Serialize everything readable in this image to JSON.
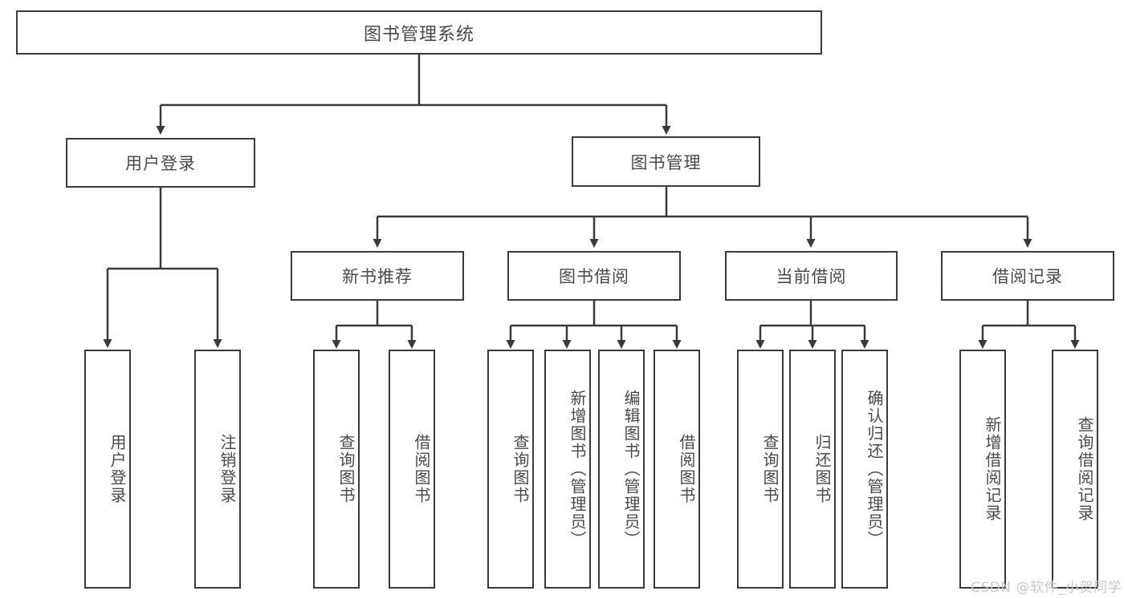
{
  "diagram": {
    "title": "图书管理系统",
    "type": "tree-hierarchy-diagram",
    "watermark": "CSDN @软件_小贺同学",
    "colors": {
      "stroke": "#3a3a3a",
      "text": "#4a4a4a",
      "background": "#ffffff",
      "watermark": "#c9c9c9"
    },
    "nodes": {
      "root": "图书管理系统",
      "l2": [
        "用户登录",
        "图书管理"
      ],
      "l3": [
        "新书推荐",
        "图书借阅",
        "当前借阅",
        "借阅记录"
      ],
      "leaf_user_login": [
        "用户登录",
        "注销登录"
      ],
      "leaf_new_book": [
        "查询图书",
        "借阅图书"
      ],
      "leaf_borrow": [
        "查询图书",
        "新增图书（管理员）",
        "编辑图书（管理员）",
        "借阅图书"
      ],
      "leaf_current": [
        "查询图书",
        "归还图书",
        "确认归还（管理员）"
      ],
      "leaf_record": [
        "新增借阅记录",
        "查询借阅记录"
      ]
    }
  }
}
